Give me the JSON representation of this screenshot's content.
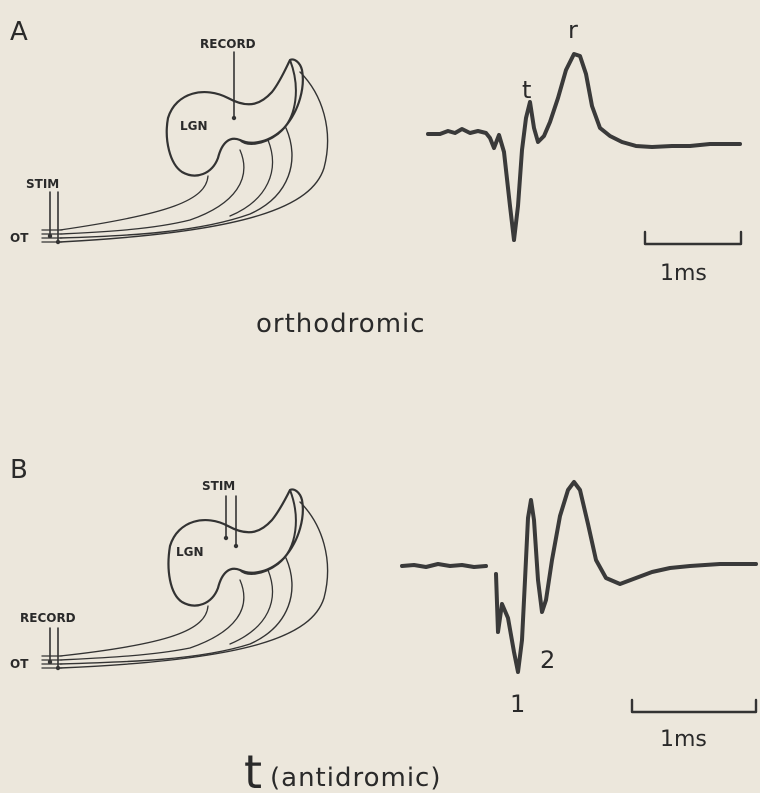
{
  "panel_a": {
    "letter": "A",
    "record_label": "RECORD",
    "stim_label": "STIM",
    "lgn_label": "LGN",
    "ot_label": "OT",
    "peak_t": "t",
    "peak_r": "r",
    "scale_label": "1ms",
    "caption": "orthodromic"
  },
  "panel_b": {
    "letter": "B",
    "stim_label": "STIM",
    "record_label": "RECORD",
    "lgn_label": "LGN",
    "ot_label": "OT",
    "peak_1": "1",
    "peak_2": "2",
    "scale_label": "1ms",
    "caption_big": "t",
    "caption_rest": "(antidromic)"
  },
  "colors": {
    "ink": "#333333",
    "paper": "#ece7dc"
  }
}
